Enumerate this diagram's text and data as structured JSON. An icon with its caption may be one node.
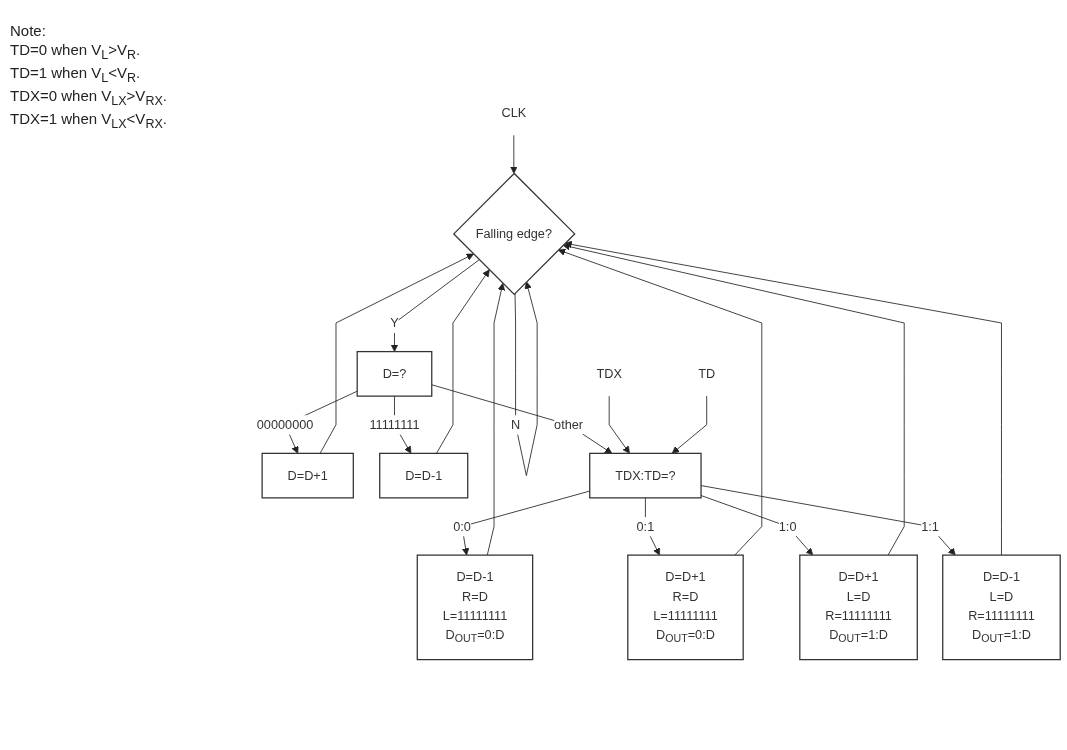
{
  "diagram": {
    "nodes": [
      {
        "text": [
          "CLK"
        ]
      },
      {
        "text": [
          "Falling edge?"
        ]
      },
      {
        "text": [
          "D=?"
        ]
      },
      {
        "text": [
          "D=D+1"
        ]
      },
      {
        "text": [
          "D=D-1"
        ]
      },
      {
        "text": [
          "TDX:TD=?"
        ]
      },
      {
        "text": [
          "TDX"
        ]
      },
      {
        "text": [
          "TD"
        ]
      },
      {
        "text": [
          "D=D-1",
          "R=D",
          "L=11111111",
          "D$_{OUT}$=0:D"
        ]
      },
      {
        "text": [
          "D=D+1",
          "R=D",
          "L=11111111",
          "D$_{OUT}$=0:D"
        ]
      },
      {
        "text": [
          "D=D+1",
          "L=D",
          "R=11111111",
          "D$_{OUT}$=1:D"
        ]
      },
      {
        "text": [
          "D=D-1",
          "L=D",
          "R=11111111",
          "D$_{OUT}$=1:D"
        ]
      }
    ],
    "edges": [
      {
        "from": 0,
        "to": 1,
        "arrow": "to"
      },
      {
        "from": 1,
        "to": 1,
        "label": "N",
        "arrow": "to"
      },
      {
        "from": 1,
        "to": 2,
        "label": "Y",
        "arrow": "to"
      },
      {
        "from": 2,
        "to": 3,
        "label": "00000000",
        "arrow": "to"
      },
      {
        "from": 2,
        "to": 4,
        "label": "11111111",
        "arrow": "to"
      },
      {
        "from": 2,
        "to": 5,
        "label": "other",
        "arrow": "to"
      },
      {
        "from": 3,
        "to": 1,
        "arrow": "to"
      },
      {
        "from": 4,
        "to": 1,
        "arrow": "to"
      },
      {
        "from": 6,
        "to": 5,
        "arrow": "to"
      },
      {
        "from": 7,
        "to": 5,
        "arrow": "to"
      },
      {
        "from": 5,
        "to": 8,
        "label": "0:0",
        "arrow": "to"
      },
      {
        "from": 5,
        "to": 9,
        "label": "0:1",
        "arrow": "to"
      },
      {
        "from": 5,
        "to": 10,
        "label": "1:0",
        "arrow": "to"
      },
      {
        "from": 5,
        "to": 11,
        "label": "1:1",
        "arrow": "to"
      },
      {
        "from": 8,
        "to": 1,
        "arrow": "to"
      },
      {
        "from": 9,
        "to": 1,
        "arrow": "to"
      },
      {
        "from": 10,
        "to": 1,
        "arrow": "to"
      },
      {
        "from": 11,
        "to": 1,
        "arrow": "to"
      }
    ],
    "labels": [
      "Note:",
      "TD=0 when V$_{L}$>V$_{R}$.",
      "TD=1 when V$_{L}$<V$_{R}$.",
      "TDX=0 when V$_{LX}$>V$_{RX}$.",
      "TDX=1 when V$_{LX}$<V$_{RX}$."
    ]
  }
}
